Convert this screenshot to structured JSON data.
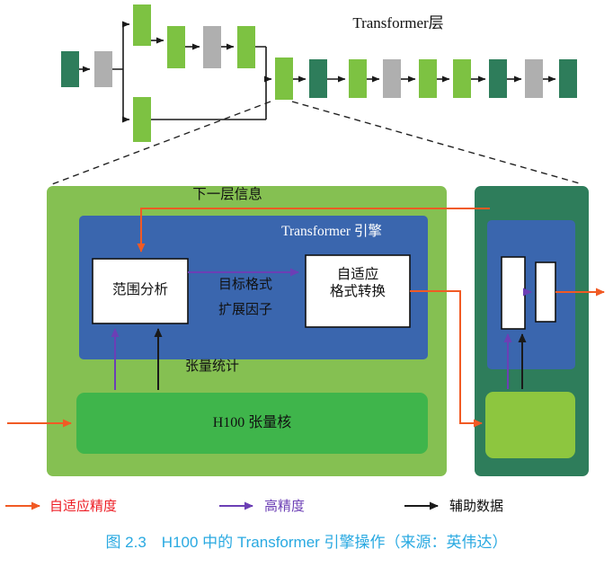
{
  "colors": {
    "dark_green": "#2E7D5B",
    "light_green": "#7DC242",
    "gray_block": "#AFAFAF",
    "panel_green": "#85C052",
    "core_green": "#3FB54B",
    "lime_green": "#8DC63F",
    "blue_box": "#3A66AE",
    "orange": "#F15A24",
    "purple": "#6C3FB5",
    "black_line": "#1A1A1A",
    "legend_red": "#ED1C24",
    "caption_blue": "#29A9E1"
  },
  "top_diagram": {
    "label": "Transformer层"
  },
  "engine_panel": {
    "next_layer_info": "下一层信息",
    "title": "Transformer 引擎",
    "range_analysis": "范围分析",
    "target_format": "目标格式",
    "scale_factor": "扩展因子",
    "adaptive_conversion": "自适应\n格式转换",
    "tensor_stats": "张量统计",
    "tensor_core": "H100 张量核"
  },
  "legend": {
    "adaptive_precision": "自适应精度",
    "high_precision": "高精度",
    "auxiliary_data": "辅助数据"
  },
  "caption": "图 2.3　H100 中的 Transformer 引擎操作（来源：英伟达）"
}
